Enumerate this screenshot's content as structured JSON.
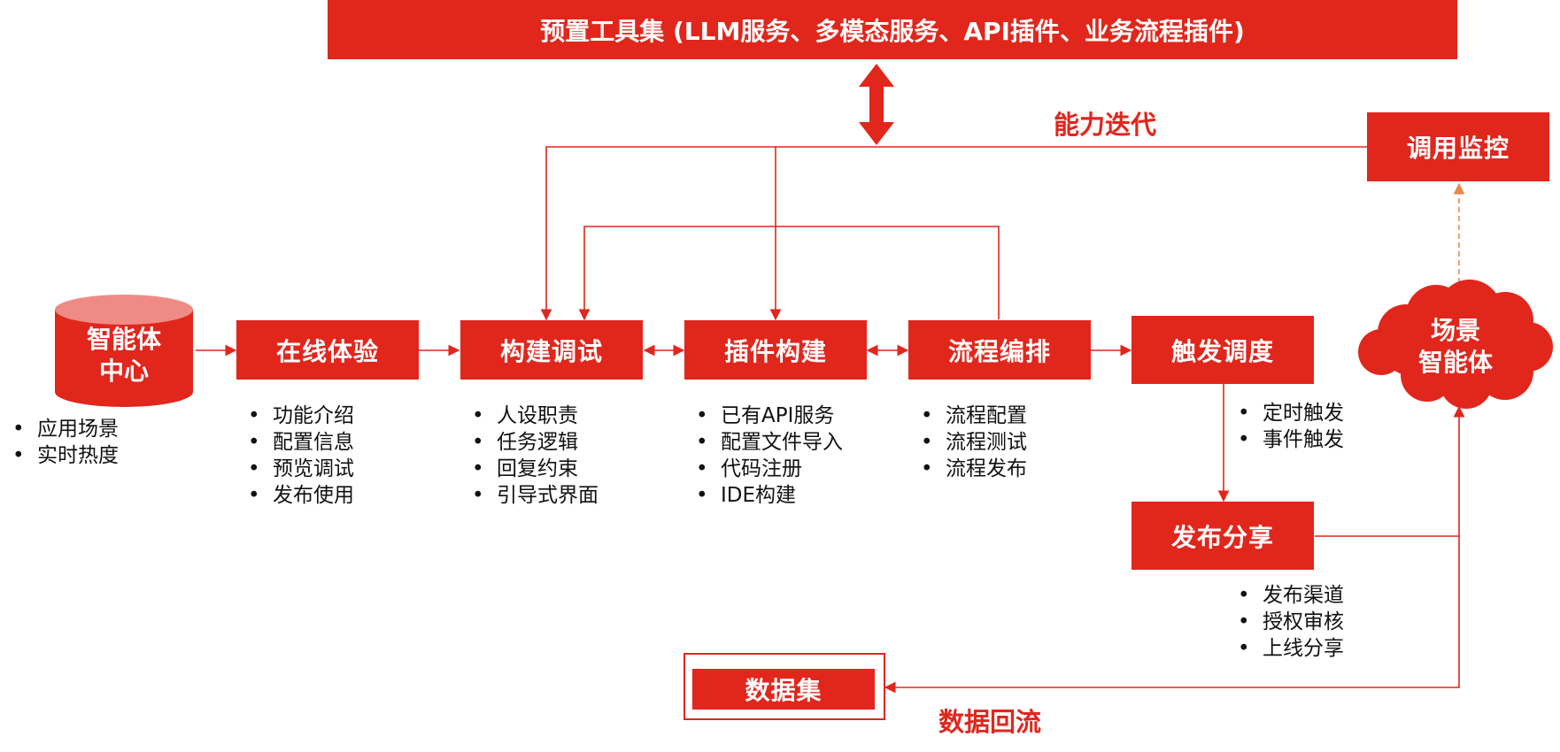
{
  "top_banner": "预置工具集 (LLM服务、多模态服务、API插件、业务流程插件)",
  "labels": {
    "capability_iteration": "能力迭代",
    "data_reflow": "数据回流"
  },
  "nodes": {
    "agent_center": {
      "line1": "智能体",
      "line2": "中心"
    },
    "online_experience": "在线体验",
    "build_debug": "构建调试",
    "plugin_build": "插件构建",
    "process_orchestration": "流程编排",
    "trigger_schedule": "触发调度",
    "publish_share": "发布分享",
    "call_monitor": "调用监控",
    "scene_agent": {
      "line1": "场景",
      "line2": "智能体"
    },
    "dataset": "数据集"
  },
  "bullets": {
    "agent_center": [
      "应用场景",
      "实时热度"
    ],
    "online_experience": [
      "功能介绍",
      "配置信息",
      "预览调试",
      "发布使用"
    ],
    "build_debug": [
      "人设职责",
      "任务逻辑",
      "回复约束",
      "引导式界面"
    ],
    "plugin_build": [
      "已有API服务",
      "配置文件导入",
      "代码注册",
      "IDE构建"
    ],
    "process_orchestration": [
      "流程配置",
      "流程测试",
      "流程发布"
    ],
    "trigger_schedule": [
      "定时触发",
      "事件触发"
    ],
    "publish_share": [
      "发布渠道",
      "授权审核",
      "上线分享"
    ]
  },
  "colors": {
    "accent": "#e1261c",
    "accent_light": "#ef8a85",
    "dash_arrow": "#e8884a"
  }
}
